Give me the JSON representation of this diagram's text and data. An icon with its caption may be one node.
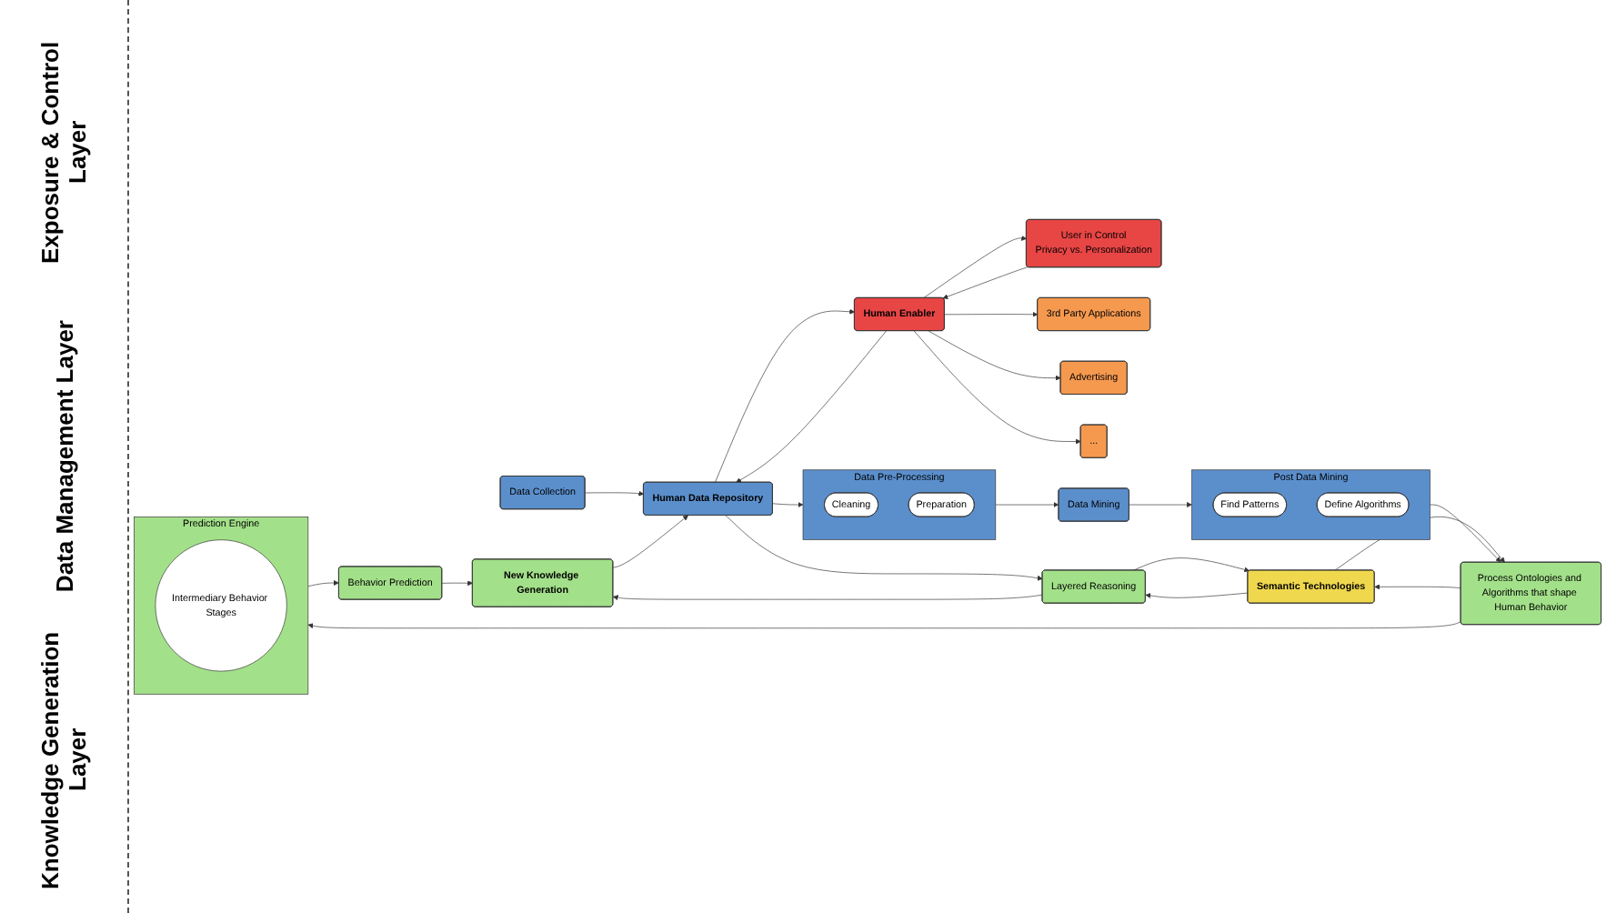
{
  "diagram": {
    "nodes": [
      {
        "text": [
          "User in Control",
          "Privacy vs. Personalization"
        ]
      },
      {
        "text": [
          "3rd Party Applications"
        ]
      },
      {
        "text": [
          "Advertising"
        ]
      },
      {
        "text": [
          "..."
        ]
      },
      {
        "text": [
          "Human Enabler"
        ]
      },
      {
        "text": [
          "Data Collection"
        ]
      },
      {
        "text": [
          "Human Data Repository"
        ]
      },
      {
        "text": [
          "Data Pre-Processing"
        ]
      },
      {
        "text": [
          "Cleaning"
        ],
        "in": 7
      },
      {
        "text": [
          "Preparation"
        ],
        "in": 7
      },
      {
        "text": [
          "Data Mining"
        ]
      },
      {
        "text": [
          "Post Data Mining"
        ]
      },
      {
        "text": [
          "Find Patterns"
        ],
        "in": 11
      },
      {
        "text": [
          "Define Algorithms"
        ],
        "in": 11
      },
      {
        "text": [
          "Layered Reasoning"
        ]
      },
      {
        "text": [
          "New Knowledge Generation"
        ]
      },
      {
        "text": [
          "Behavior Prediction"
        ]
      },
      {
        "text": [
          "Prediction Engine"
        ]
      },
      {
        "text": [
          "Intermediary Behavior Stages"
        ],
        "in": 17
      },
      {
        "text": [
          "Process Ontologies and Algorithms that shape Human Behavior"
        ]
      },
      {
        "text": [
          "Semantic Technologies"
        ]
      }
    ],
    "edges": [
      {
        "from": 0,
        "to": 4,
        "arrow": "to"
      },
      {
        "from": 4,
        "to": 0,
        "arrow": "to"
      },
      {
        "from": 4,
        "to": 1,
        "arrow": "to"
      },
      {
        "from": 4,
        "to": 2,
        "arrow": "to"
      },
      {
        "from": 4,
        "to": 3,
        "arrow": "to"
      },
      {
        "from": 6,
        "to": 4,
        "arrow": "to"
      },
      {
        "from": 4,
        "to": 6,
        "arrow": "to"
      },
      {
        "from": 5,
        "to": 6,
        "arrow": "to"
      },
      {
        "from": 6,
        "to": 7,
        "arrow": "to"
      },
      {
        "from": 7,
        "to": 10,
        "arrow": "to"
      },
      {
        "from": 10,
        "to": 11,
        "arrow": "to"
      },
      {
        "from": 11,
        "to": 19,
        "arrow": "to"
      },
      {
        "from": 19,
        "to": 17,
        "arrow": "to"
      },
      {
        "from": 17,
        "to": 16,
        "arrow": "to"
      },
      {
        "from": 16,
        "to": 15,
        "arrow": "to"
      },
      {
        "from": 14,
        "to": 15,
        "arrow": "to"
      },
      {
        "from": 15,
        "to": 6,
        "arrow": "to"
      },
      {
        "from": 6,
        "to": 14,
        "arrow": "to"
      },
      {
        "from": 20,
        "to": 14,
        "arrow": "to"
      },
      {
        "from": 14,
        "to": 20,
        "arrow": "to"
      },
      {
        "from": 20,
        "to": 19,
        "arrow": "to"
      },
      {
        "from": 19,
        "to": 20,
        "arrow": "to"
      }
    ],
    "labels": [
      "Exposure & Control Layer",
      "Data Management Layer",
      "Knowledge Generation Layer"
    ]
  }
}
